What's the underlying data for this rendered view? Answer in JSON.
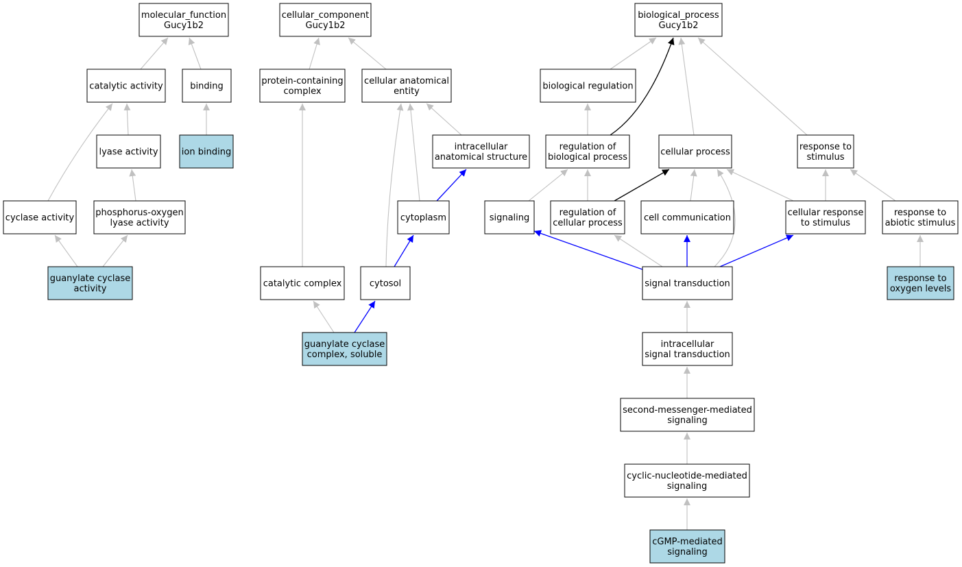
{
  "colors": {
    "highlight_fill": "#add8e6",
    "node_fill": "#ffffff",
    "edge_gray": "#c0c0c0",
    "edge_blue": "#0000ff",
    "edge_black": "#000000"
  },
  "nodes": {
    "mf_root": {
      "lines": [
        "molecular_function",
        "Gucy1b2"
      ],
      "highlight": false
    },
    "catalytic_activity": {
      "lines": [
        "catalytic activity"
      ],
      "highlight": false
    },
    "binding": {
      "lines": [
        "binding"
      ],
      "highlight": false
    },
    "lyase_activity": {
      "lines": [
        "lyase activity"
      ],
      "highlight": false
    },
    "ion_binding": {
      "lines": [
        "ion binding"
      ],
      "highlight": true
    },
    "cyclase_activity": {
      "lines": [
        "cyclase activity"
      ],
      "highlight": false
    },
    "po_lyase_activity": {
      "lines": [
        "phosphorus-oxygen",
        "lyase activity"
      ],
      "highlight": false
    },
    "guanylate_cyclase_activity": {
      "lines": [
        "guanylate cyclase",
        "activity"
      ],
      "highlight": true
    },
    "cc_root": {
      "lines": [
        "cellular_component",
        "Gucy1b2"
      ],
      "highlight": false
    },
    "protein_containing_complex": {
      "lines": [
        "protein-containing",
        "complex"
      ],
      "highlight": false
    },
    "cellular_anatomical_entity": {
      "lines": [
        "cellular anatomical",
        "entity"
      ],
      "highlight": false
    },
    "intracellular_anatomical_structure": {
      "lines": [
        "intracellular",
        "anatomical structure"
      ],
      "highlight": false
    },
    "cytoplasm": {
      "lines": [
        "cytoplasm"
      ],
      "highlight": false
    },
    "catalytic_complex": {
      "lines": [
        "catalytic complex"
      ],
      "highlight": false
    },
    "cytosol": {
      "lines": [
        "cytosol"
      ],
      "highlight": false
    },
    "guanylate_cyclase_complex_soluble": {
      "lines": [
        "guanylate cyclase",
        "complex, soluble"
      ],
      "highlight": true
    },
    "bp_root": {
      "lines": [
        "biological_process",
        "Gucy1b2"
      ],
      "highlight": false
    },
    "biological_regulation": {
      "lines": [
        "biological regulation"
      ],
      "highlight": false
    },
    "regulation_of_biological_process": {
      "lines": [
        "regulation of",
        "biological process"
      ],
      "highlight": false
    },
    "cellular_process": {
      "lines": [
        "cellular process"
      ],
      "highlight": false
    },
    "response_to_stimulus": {
      "lines": [
        "response to",
        "stimulus"
      ],
      "highlight": false
    },
    "signaling": {
      "lines": [
        "signaling"
      ],
      "highlight": false
    },
    "regulation_of_cellular_process": {
      "lines": [
        "regulation of",
        "cellular process"
      ],
      "highlight": false
    },
    "cell_communication": {
      "lines": [
        "cell communication"
      ],
      "highlight": false
    },
    "cellular_response_to_stimulus": {
      "lines": [
        "cellular response",
        "to stimulus"
      ],
      "highlight": false
    },
    "response_to_abiotic_stimulus": {
      "lines": [
        "response to",
        "abiotic stimulus"
      ],
      "highlight": false
    },
    "response_to_oxygen_levels": {
      "lines": [
        "response to",
        "oxygen levels"
      ],
      "highlight": true
    },
    "signal_transduction": {
      "lines": [
        "signal transduction"
      ],
      "highlight": false
    },
    "intracellular_signal_transduction": {
      "lines": [
        "intracellular",
        "signal transduction"
      ],
      "highlight": false
    },
    "second_messenger_mediated_signaling": {
      "lines": [
        "second-messenger-mediated",
        "signaling"
      ],
      "highlight": false
    },
    "cyclic_nucleotide_mediated_signaling": {
      "lines": [
        "cyclic-nucleotide-mediated",
        "signaling"
      ],
      "highlight": false
    },
    "cgmp_mediated_signaling": {
      "lines": [
        "cGMP-mediated",
        "signaling"
      ],
      "highlight": true
    }
  },
  "edges": [
    {
      "from": "catalytic_activity",
      "to": "mf_root",
      "color": "gray"
    },
    {
      "from": "binding",
      "to": "mf_root",
      "color": "gray"
    },
    {
      "from": "lyase_activity",
      "to": "catalytic_activity",
      "color": "gray"
    },
    {
      "from": "cyclase_activity",
      "to": "catalytic_activity",
      "color": "gray"
    },
    {
      "from": "ion_binding",
      "to": "binding",
      "color": "gray"
    },
    {
      "from": "po_lyase_activity",
      "to": "lyase_activity",
      "color": "gray"
    },
    {
      "from": "guanylate_cyclase_activity",
      "to": "cyclase_activity",
      "color": "gray"
    },
    {
      "from": "guanylate_cyclase_activity",
      "to": "po_lyase_activity",
      "color": "gray"
    },
    {
      "from": "protein_containing_complex",
      "to": "cc_root",
      "color": "gray"
    },
    {
      "from": "cellular_anatomical_entity",
      "to": "cc_root",
      "color": "gray"
    },
    {
      "from": "intracellular_anatomical_structure",
      "to": "cellular_anatomical_entity",
      "color": "gray"
    },
    {
      "from": "cytoplasm",
      "to": "cellular_anatomical_entity",
      "color": "gray"
    },
    {
      "from": "cytosol",
      "to": "cellular_anatomical_entity",
      "color": "gray"
    },
    {
      "from": "cytoplasm",
      "to": "intracellular_anatomical_structure",
      "color": "blue"
    },
    {
      "from": "cytosol",
      "to": "cytoplasm",
      "color": "blue"
    },
    {
      "from": "catalytic_complex",
      "to": "protein_containing_complex",
      "color": "gray"
    },
    {
      "from": "guanylate_cyclase_complex_soluble",
      "to": "catalytic_complex",
      "color": "gray"
    },
    {
      "from": "guanylate_cyclase_complex_soluble",
      "to": "cytosol",
      "color": "blue"
    },
    {
      "from": "biological_regulation",
      "to": "bp_root",
      "color": "gray"
    },
    {
      "from": "regulation_of_biological_process",
      "to": "bp_root",
      "color": "black"
    },
    {
      "from": "cellular_process",
      "to": "bp_root",
      "color": "gray"
    },
    {
      "from": "response_to_stimulus",
      "to": "bp_root",
      "color": "gray"
    },
    {
      "from": "regulation_of_biological_process",
      "to": "biological_regulation",
      "color": "gray"
    },
    {
      "from": "signaling",
      "to": "regulation_of_biological_process",
      "color": "gray"
    },
    {
      "from": "regulation_of_cellular_process",
      "to": "regulation_of_biological_process",
      "color": "gray"
    },
    {
      "from": "regulation_of_cellular_process",
      "to": "cellular_process",
      "color": "black"
    },
    {
      "from": "cell_communication",
      "to": "cellular_process",
      "color": "gray"
    },
    {
      "from": "signal_transduction",
      "to": "cellular_process",
      "color": "gray"
    },
    {
      "from": "cellular_response_to_stimulus",
      "to": "cellular_process",
      "color": "gray"
    },
    {
      "from": "cellular_response_to_stimulus",
      "to": "response_to_stimulus",
      "color": "gray"
    },
    {
      "from": "response_to_abiotic_stimulus",
      "to": "response_to_stimulus",
      "color": "gray"
    },
    {
      "from": "response_to_oxygen_levels",
      "to": "response_to_abiotic_stimulus",
      "color": "gray"
    },
    {
      "from": "signal_transduction",
      "to": "signaling",
      "color": "blue"
    },
    {
      "from": "signal_transduction",
      "to": "regulation_of_cellular_process",
      "color": "gray"
    },
    {
      "from": "signal_transduction",
      "to": "cell_communication",
      "color": "blue"
    },
    {
      "from": "signal_transduction",
      "to": "cellular_response_to_stimulus",
      "color": "blue"
    },
    {
      "from": "intracellular_signal_transduction",
      "to": "signal_transduction",
      "color": "gray"
    },
    {
      "from": "second_messenger_mediated_signaling",
      "to": "intracellular_signal_transduction",
      "color": "gray"
    },
    {
      "from": "cyclic_nucleotide_mediated_signaling",
      "to": "second_messenger_mediated_signaling",
      "color": "gray"
    },
    {
      "from": "cgmp_mediated_signaling",
      "to": "cyclic_nucleotide_mediated_signaling",
      "color": "gray"
    }
  ]
}
